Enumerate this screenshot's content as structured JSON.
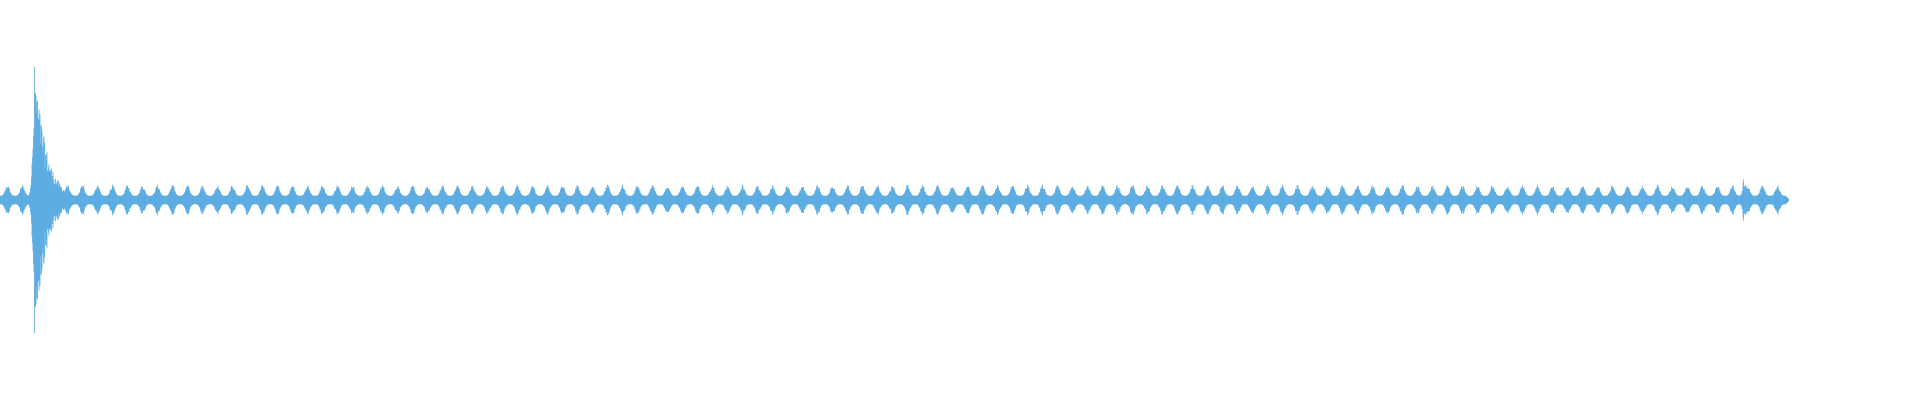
{
  "waveform": {
    "color": "#5dade2",
    "description_free": true,
    "duration_units": "relative",
    "levels": {
      "baseline_amplitude": 0.03,
      "ripple_amplitude": 0.08,
      "main_burst_peak": 1.0,
      "end_burst_peak": 0.15
    },
    "extent": {
      "start": 0.0,
      "end": 0.93
    },
    "events": [
      {
        "name": "main-burst",
        "position": 0.018,
        "peak": 1.0
      },
      {
        "name": "end-burst",
        "position": 0.908,
        "peak": 0.15
      }
    ]
  }
}
